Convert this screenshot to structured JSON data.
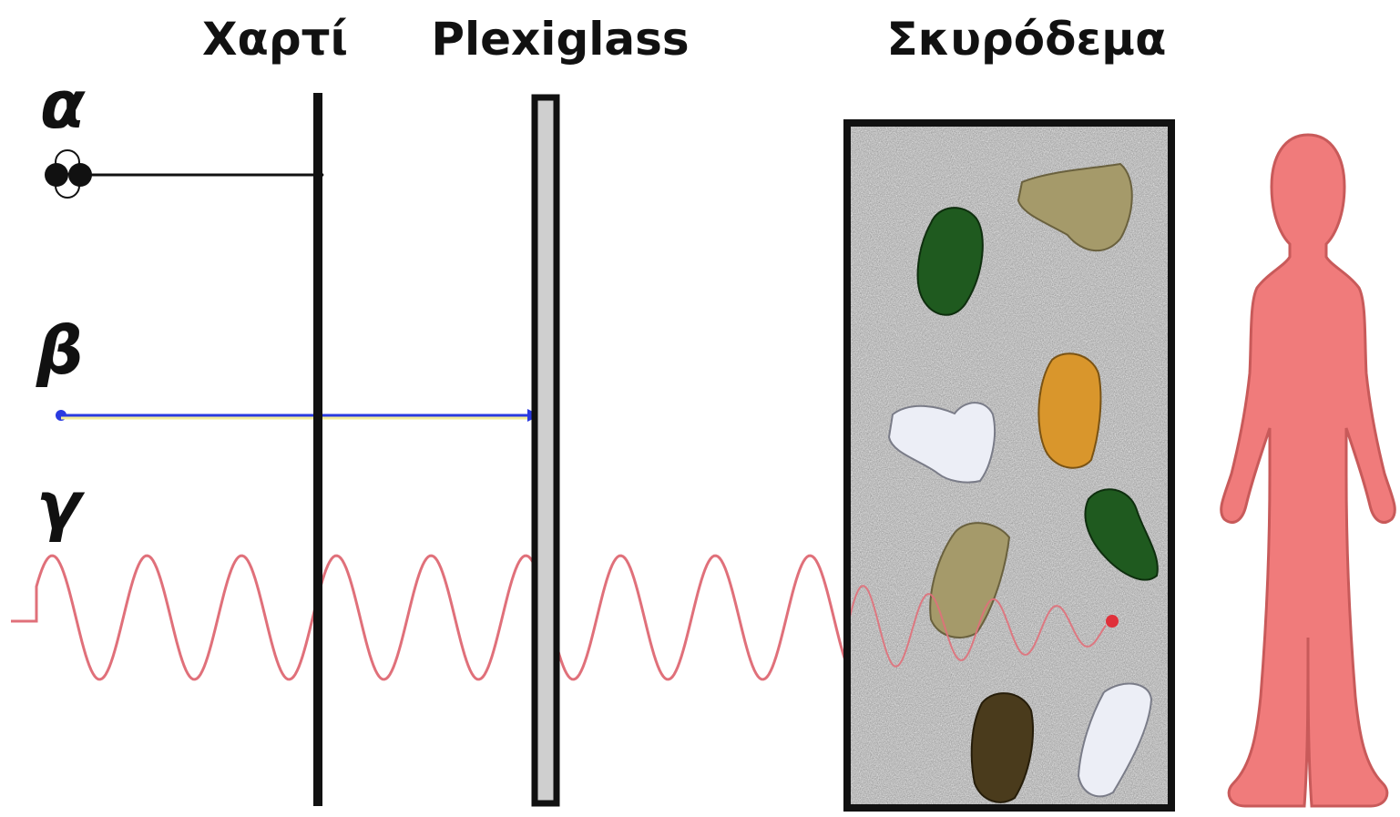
{
  "materials": {
    "paper": {
      "label": "Χαρτί"
    },
    "plexiglass": {
      "label": "Plexiglass"
    },
    "concrete": {
      "label": "Σκυρόδεμα"
    }
  },
  "radiation": {
    "alpha": {
      "symbol": "α"
    },
    "beta": {
      "symbol": "β"
    },
    "gamma": {
      "symbol": "γ"
    }
  },
  "colors": {
    "barrier": "#111111",
    "beta_ray": "#2a3ae0",
    "gamma_wave": "#e0707a",
    "human": "#f07b7b",
    "human_outline": "#c85a5a",
    "concrete_fill": "#a9a9a9"
  },
  "icons": {
    "alpha_particle": "alpha-particle-icon",
    "human": "human-silhouette-icon"
  }
}
